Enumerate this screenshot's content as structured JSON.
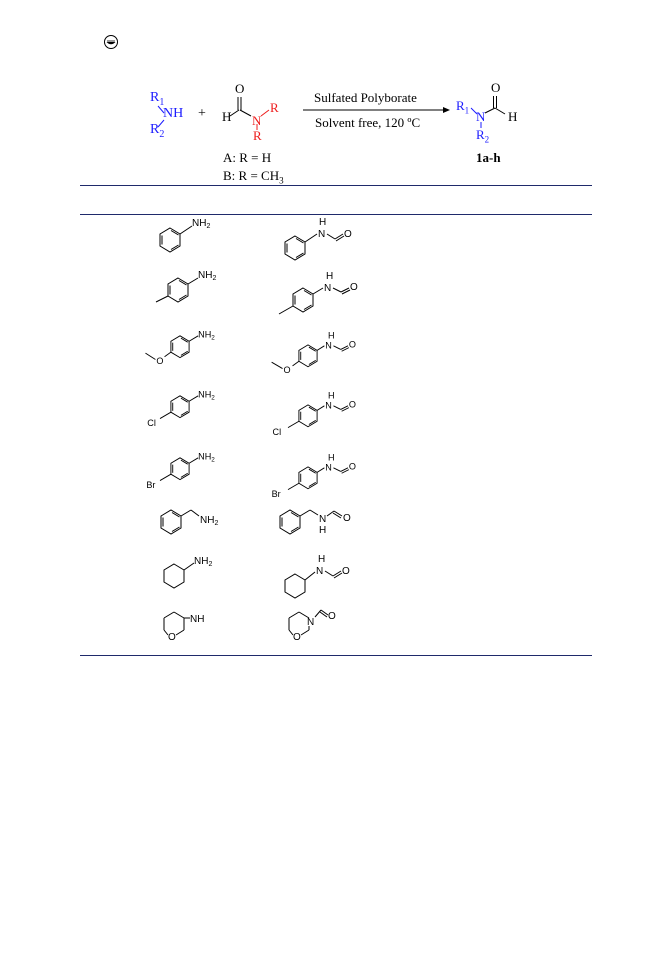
{
  "scheme": {
    "reactant_amine": {
      "r1": "R",
      "r1_sub": "1",
      "nh": "NH",
      "r2": "R",
      "r2_sub": "2"
    },
    "plus": "+",
    "formamide": {
      "o": "O",
      "h": "H",
      "n": "N",
      "r_right": "R",
      "r_bottom": "R"
    },
    "arrow_top": "Sulfated Polyborate",
    "arrow_bottom": "Solvent free, 120 ºC",
    "product": {
      "o": "O",
      "r1": "R",
      "r1_sub": "1",
      "n": "N",
      "h": "H",
      "r2": "R",
      "r2_sub": "2"
    },
    "product_label": "1a-h",
    "option_a": "A: R = H",
    "option_b_prefix": "B: R = CH",
    "option_b_sub": "3"
  },
  "table": {
    "rows": [
      {
        "amine": "aniline",
        "product": "N-phenylformamide",
        "amine_labels": [
          "NH2"
        ],
        "product_labels": [
          "H",
          "N",
          "O"
        ]
      },
      {
        "amine": "p-toluidine",
        "product": "N-(p-tolyl)formamide",
        "amine_labels": [
          "NH2"
        ],
        "product_labels": [
          "H",
          "N",
          "O"
        ]
      },
      {
        "amine": "p-anisidine",
        "product": "N-(4-methoxyphenyl)formamide",
        "amine_labels": [
          "NH2",
          "O"
        ],
        "product_labels": [
          "H",
          "N",
          "O",
          "O"
        ]
      },
      {
        "amine": "4-chloroaniline",
        "product": "N-(4-chlorophenyl)formamide",
        "amine_labels": [
          "NH2",
          "Cl"
        ],
        "product_labels": [
          "H",
          "N",
          "O",
          "Cl"
        ]
      },
      {
        "amine": "4-bromoaniline",
        "product": "N-(4-bromophenyl)formamide",
        "amine_labels": [
          "NH2",
          "Br"
        ],
        "product_labels": [
          "H",
          "N",
          "O",
          "Br"
        ]
      },
      {
        "amine": "benzylamine",
        "product": "N-benzylformamide",
        "amine_labels": [
          "NH2"
        ],
        "product_labels": [
          "N",
          "H",
          "O"
        ]
      },
      {
        "amine": "cyclohexylamine",
        "product": "N-cyclohexylformamide",
        "amine_labels": [
          "NH2"
        ],
        "product_labels": [
          "H",
          "N",
          "O"
        ]
      },
      {
        "amine": "morpholine",
        "product": "morpholine-4-carbaldehyde",
        "amine_labels": [
          "NH",
          "O"
        ],
        "product_labels": [
          "N",
          "O",
          "O"
        ]
      }
    ]
  },
  "icon": {
    "name": "openaccess-logo-icon"
  },
  "colors": {
    "blue": "#1c1cff",
    "red": "#ee1c1c",
    "rule": "#1f2a6b"
  }
}
